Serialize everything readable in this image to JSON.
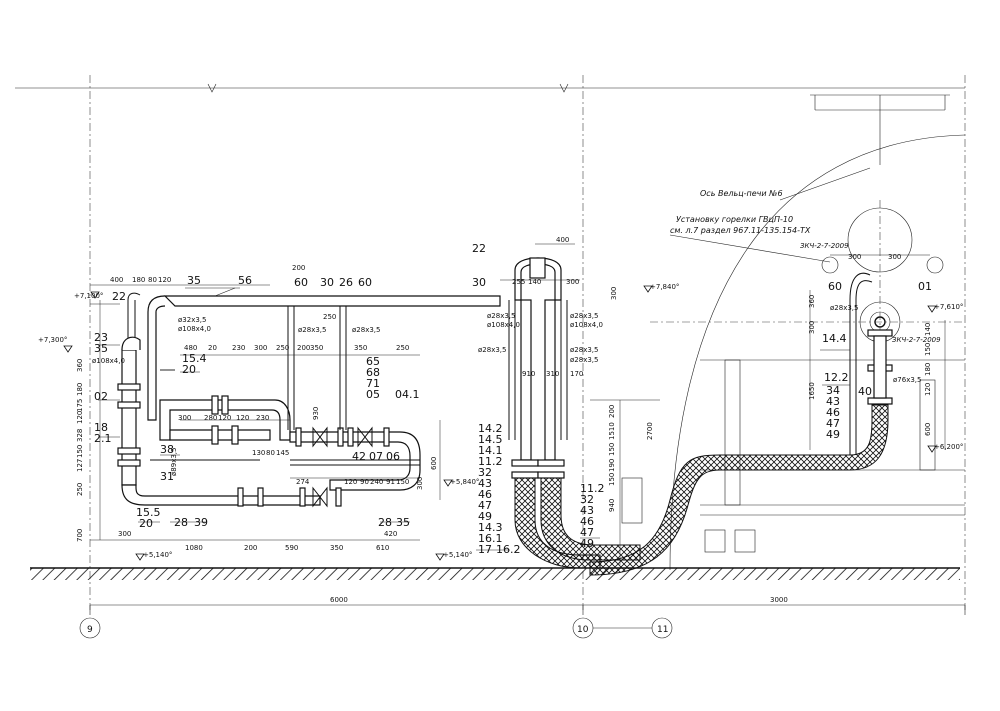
{
  "labels": {
    "pos_56": "56",
    "pos_35_top": "35",
    "pos_22_left": "22",
    "pos_23": "23",
    "pos_35_left": "35",
    "pos_02": "02",
    "pos_18": "18",
    "pos_21": "2.1",
    "pos_154": "15.4",
    "pos_20": "20",
    "pos_38": "38",
    "pos_31": "31",
    "pos_155": "15.5",
    "pos_20b": "20",
    "pos_28_39a": "28",
    "pos_28_39b": "39",
    "pos_60_a": "60",
    "pos_30_a": "30",
    "pos_26": "26",
    "pos_60_b": "60",
    "pos_65": "65",
    "pos_68": "68",
    "pos_71": "71",
    "pos_05": "05",
    "pos_041": "04.1",
    "pos_42": "42",
    "pos_07": "07",
    "pos_06": "06",
    "pos_28_35a": "28",
    "pos_28_35b": "35",
    "pos_22_mid": "22",
    "pos_30_mid": "30",
    "stack_left": [
      "14.2",
      "14.5",
      "14.1",
      "11.2",
      "32",
      "43",
      "46",
      "47",
      "49",
      "14.3",
      "16.1",
      "17",
      "16.2"
    ],
    "stack_right": [
      "11.2",
      "32",
      "43",
      "46",
      "47",
      "49"
    ],
    "pos_60_right": "60",
    "pos_01": "01",
    "pos_144": "14.4",
    "pos_122": "12.2",
    "pos_40": "40",
    "stack_far_right": [
      "34",
      "43",
      "46",
      "47",
      "49"
    ],
    "axis_9": "9",
    "axis_10": "10",
    "axis_11": "11"
  },
  "elevations": {
    "e7100": "+7,100°",
    "e7300": "+7,300°",
    "e5840": "+5,840°",
    "e5140a": "+5,140°",
    "e5140b": "+5,140°",
    "e7840": "+7,840°",
    "e7610": "+7,610°",
    "e6200": "+6,200°"
  },
  "pipe_sizes": {
    "s1": "ø32x3,5",
    "s2": "ø108x4,0",
    "s3": "ø108x4,0",
    "s4": "ø28x3,5",
    "s5": "ø28x3,5",
    "s6": "ø89x3,5",
    "s7": "ø28x3,5",
    "s8": "ø108x4,0",
    "s9": "ø28x3,5",
    "s10": "ø108x4,0",
    "s11": "ø28x3,5",
    "s12": "ø28x3,5",
    "s13": "ø28x3,5",
    "s14": "ø28x3,5",
    "s15": "ø76x3,5"
  },
  "dims": {
    "top_400": "400",
    "top_180": "180",
    "top_80": "80",
    "top_120": "120",
    "d200_top": "200",
    "d250_top": "250",
    "d480": "480",
    "d20": "20",
    "d230": "230",
    "d300a": "300",
    "d250a": "250",
    "d200a": "200",
    "d350a": "350",
    "d350b": "350",
    "d250b": "250",
    "d300b": "300",
    "d280": "280",
    "d120a": "120",
    "d120b": "120",
    "d230b": "230",
    "d130": "130",
    "d80": "80",
    "d145": "145",
    "d274": "274",
    "d120c": "120",
    "d90": "90",
    "d240": "240",
    "d91": "91",
    "d150": "150",
    "d420": "420",
    "d600": "600",
    "d300c": "300",
    "b300": "300",
    "b1080": "1080",
    "b200": "200",
    "b590": "590",
    "b350": "350",
    "b610": "610",
    "v360": "360",
    "v180": "180",
    "v175": "175",
    "v120": "120",
    "v328": "328",
    "v150": "150",
    "v127": "127",
    "v250": "250",
    "v700": "700",
    "v930": "930",
    "m400": "400",
    "m255": "255",
    "m140": "140",
    "m300": "300",
    "m300v": "300",
    "m910": "910",
    "m310": "310",
    "m170": "170",
    "m200": "200",
    "m1510": "1510",
    "m150": "150",
    "m190": "190",
    "m150b": "150",
    "m940": "940",
    "m2700": "2700",
    "r300": "300",
    "r300b": "300",
    "r360": "360",
    "r300v": "300",
    "r1650": "1650",
    "r140": "140",
    "r150": "150",
    "r180": "180",
    "r120": "120",
    "r600": "600",
    "total_6000": "6000",
    "total_3000": "3000"
  },
  "notes": {
    "furnace_axis": "Ось Вельц-печи №6",
    "burner_line1": "Установку горелки ГВцП-10",
    "burner_line2": "см. л.7 раздел 967.11-135.154-ТХ",
    "ref1": "ЗКЧ-2-7-2009",
    "ref2": "ЗКЧ-2-7-2009"
  }
}
